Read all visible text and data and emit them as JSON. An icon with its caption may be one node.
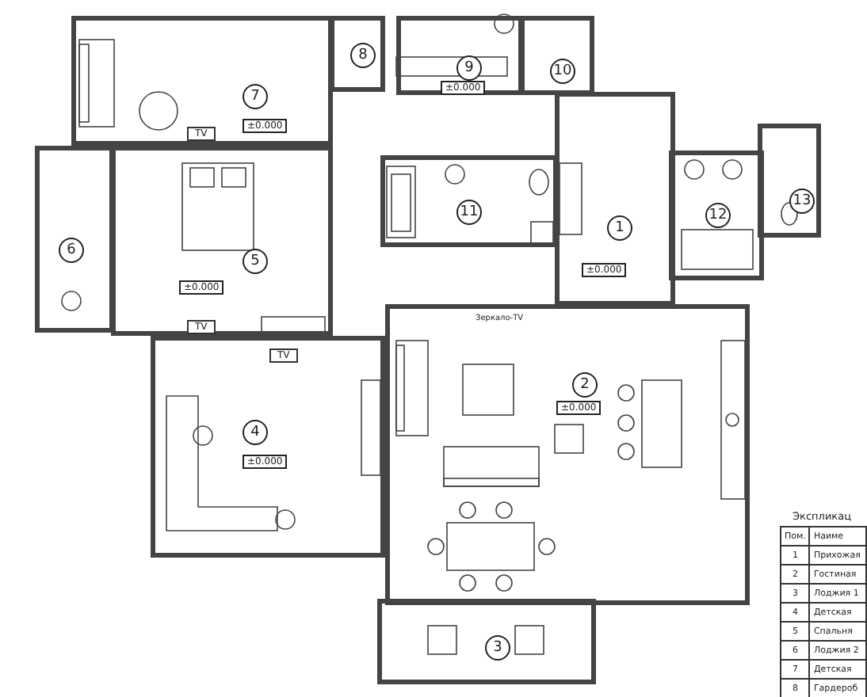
{
  "diagram": {
    "nodes": [
      {
        "text": [
          "7",
          "±0.000"
        ]
      },
      {
        "text": [
          "8"
        ]
      },
      {
        "text": [
          "9",
          "±0.000"
        ]
      },
      {
        "text": [
          "10"
        ]
      },
      {
        "text": [
          "13"
        ]
      },
      {
        "text": [
          "12"
        ]
      },
      {
        "text": [
          "11"
        ]
      },
      {
        "text": [
          "1",
          "±0.000"
        ]
      },
      {
        "text": [
          "6"
        ]
      },
      {
        "text": [
          "5",
          "±0.000"
        ]
      },
      {
        "text": [
          "2",
          "±0.000"
        ]
      },
      {
        "text": [
          "4",
          "±0.000"
        ]
      },
      {
        "text": [
          "3"
        ]
      }
    ],
    "labels": [
      "TV",
      "TV",
      "Зеркало-TV",
      "TV",
      "Экспликац",
      "Пом.",
      "Наиме",
      "1",
      "Прихожая",
      "2",
      "Гостиная",
      "3",
      "Лоджия 1",
      "4",
      "Детская",
      "5",
      "Спальня",
      "6",
      "Лоджия 2",
      "7",
      "Детская",
      "8",
      "Гардероб"
    ]
  }
}
